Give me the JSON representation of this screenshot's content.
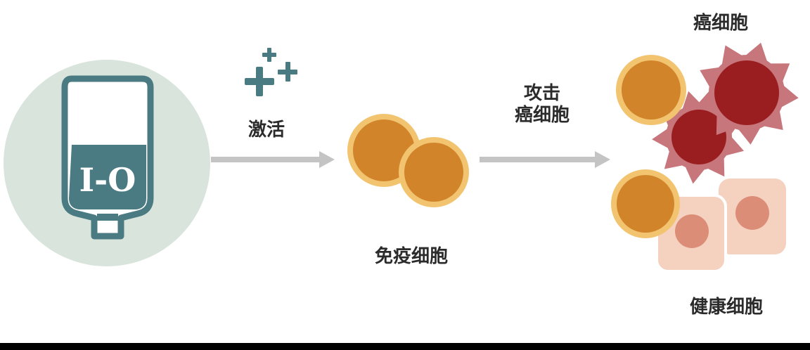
{
  "labels": {
    "activate": "激活",
    "immune_cells": "免疫细胞",
    "attack_line1": "攻击",
    "attack_line2": "癌细胞",
    "cancer_cells": "癌细胞",
    "healthy_cells": "健康细胞"
  },
  "iv_bag": {
    "text": "I-O"
  },
  "colors": {
    "iv_circle": "#d9e5dc",
    "iv_bag_stroke": "#4b7b82",
    "immune_fill": "#d1842a",
    "immune_ring": "#f2c470",
    "cancer_fill": "#9a1d1f",
    "cancer_ring": "#c7767c",
    "healthy_outer": "#f5d1c0",
    "healthy_inner": "#dc8d77",
    "arrow": "#c4c4c4",
    "plus": "#4b7b82",
    "text": "#2b2b2b"
  }
}
